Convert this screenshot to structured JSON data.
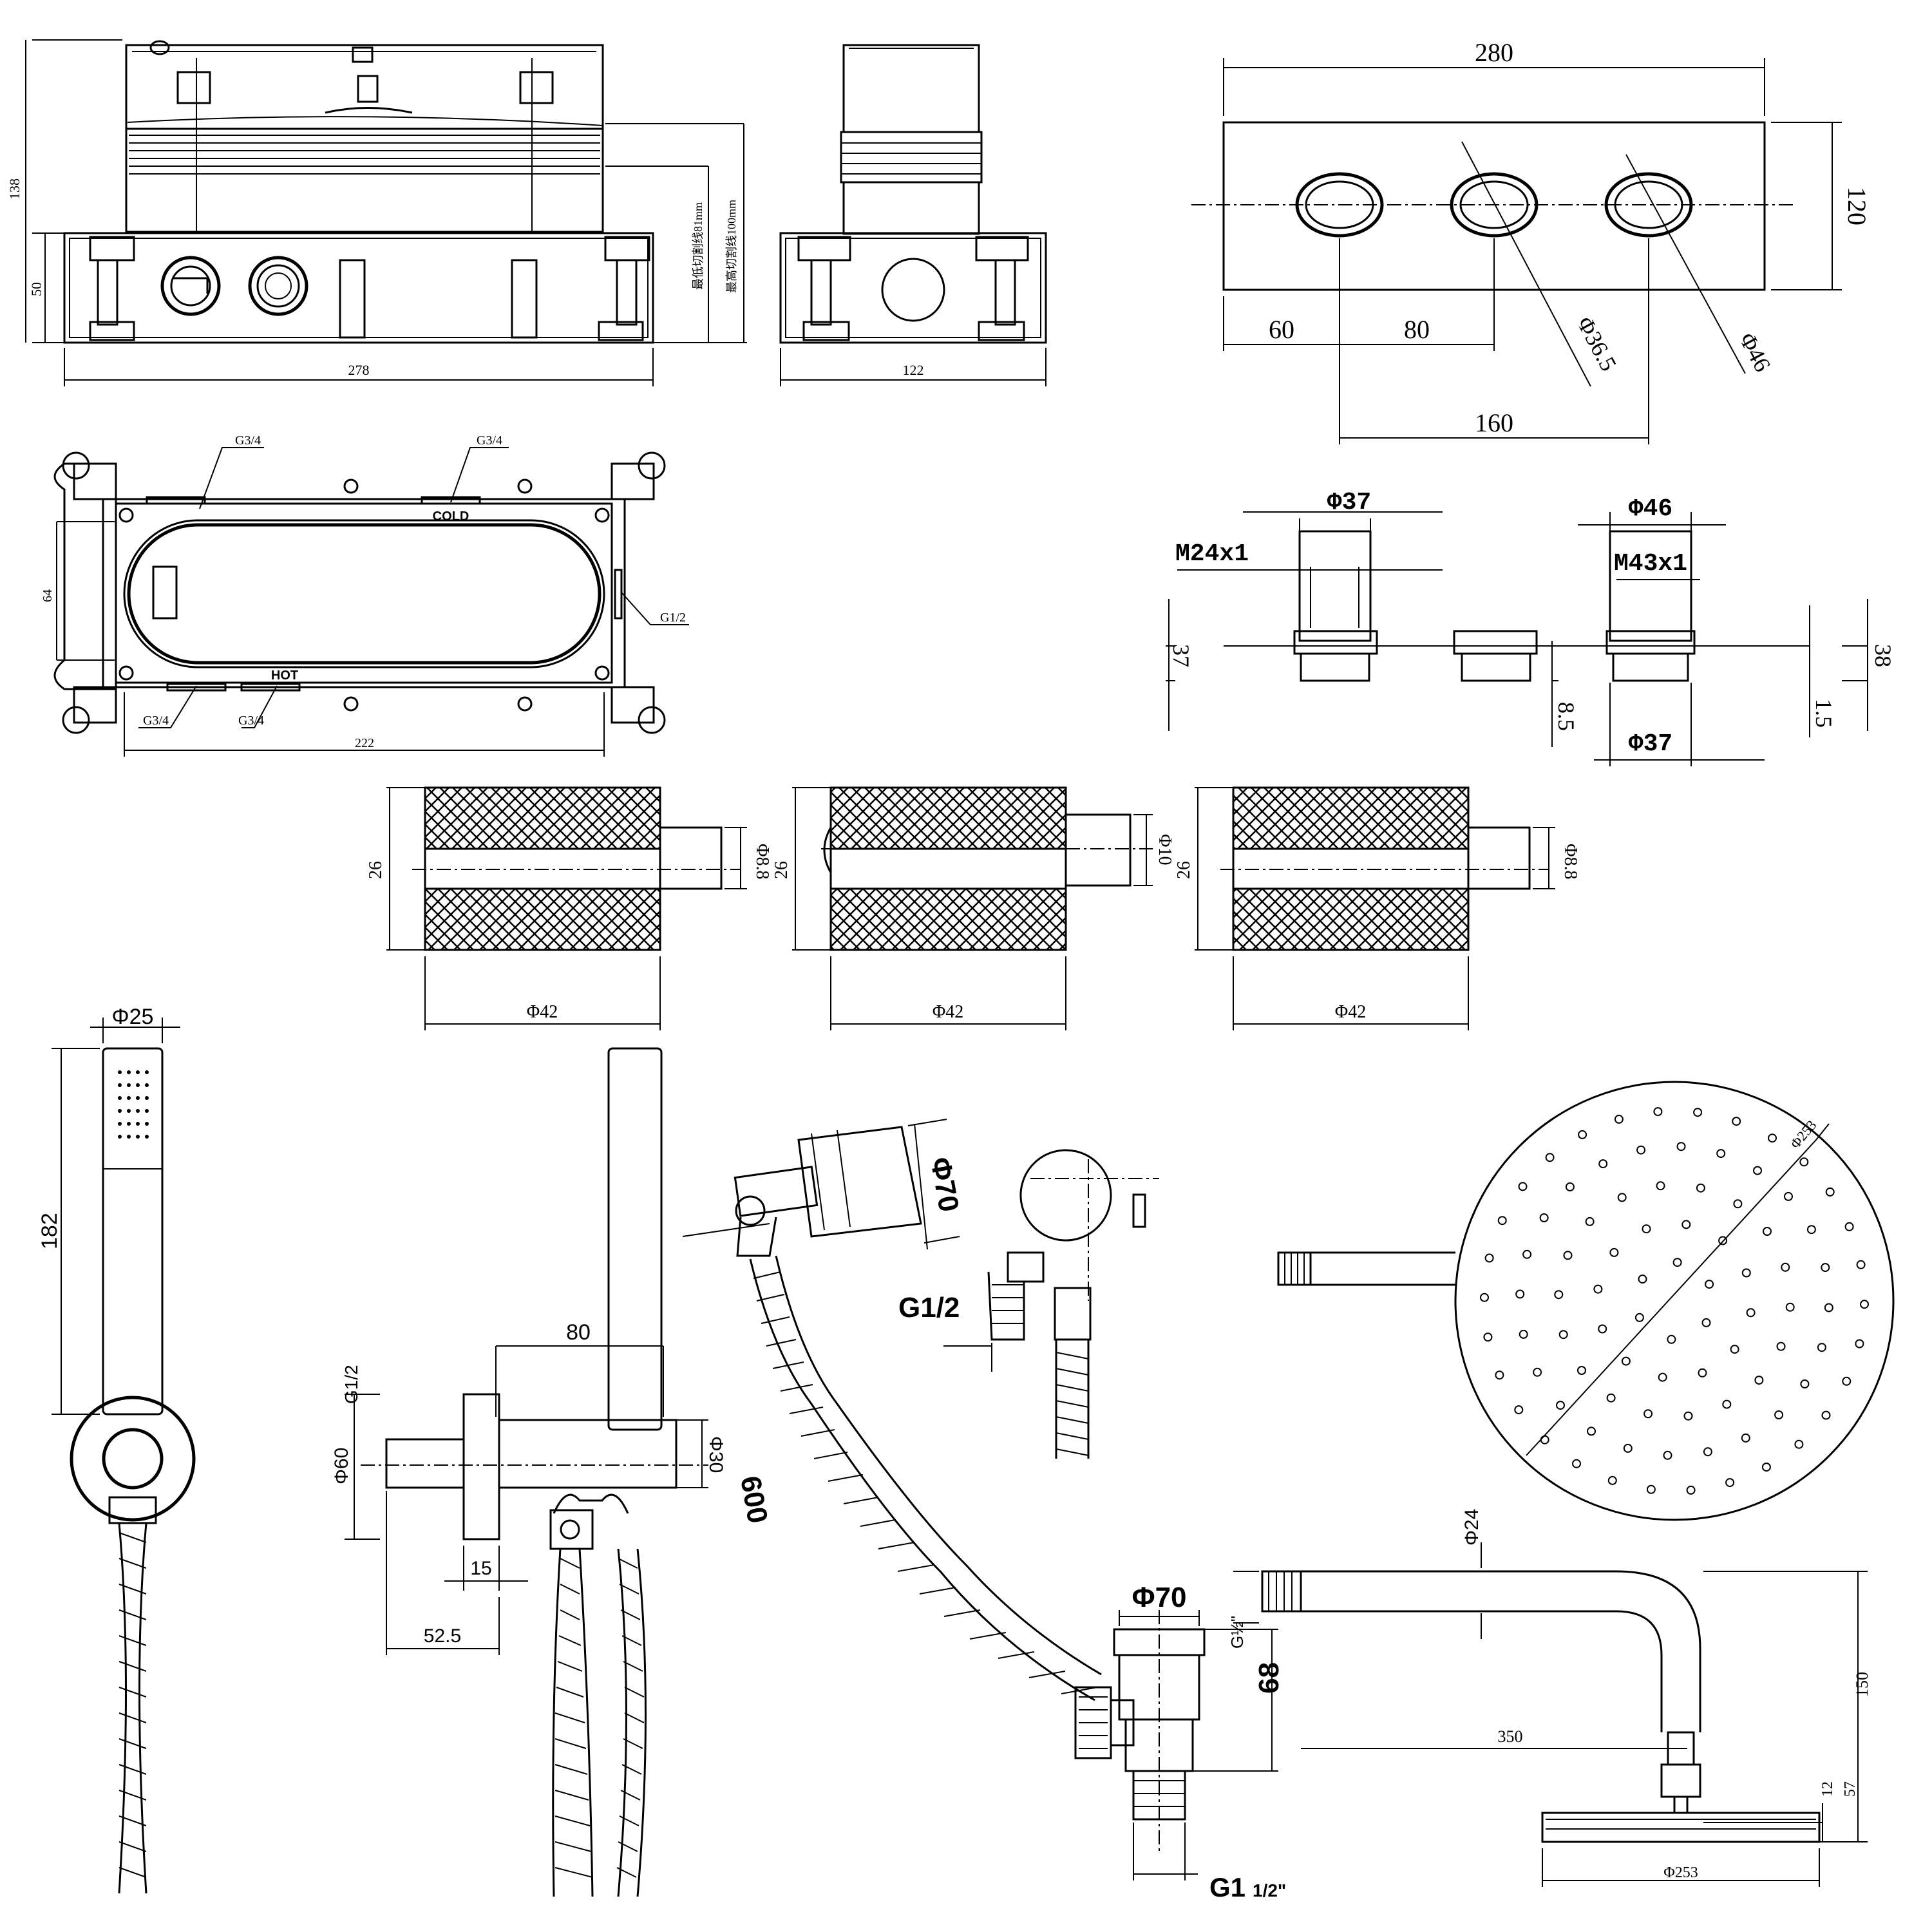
{
  "colors": {
    "ink": "#000000",
    "paper": "#ffffff"
  },
  "valve_box": {
    "height_total": "138",
    "height_base": "50",
    "width": "278",
    "cut_min": "最低切割线81mm",
    "cut_max": "最高切割线100mm",
    "side_width": "122"
  },
  "faceplate": {
    "width": "280",
    "height": "120",
    "offset": "60",
    "spacing": "80",
    "span": "160",
    "hole_small": "Φ36.5",
    "hole_large": "Φ46"
  },
  "mounting_frame": {
    "port_top_left": "G3/4",
    "port_top_right": "G3/4",
    "cold_label": "COLD",
    "hot_label": "HOT",
    "port_side": "G1/2",
    "port_bottom_left": "G3/4",
    "port_bottom_right": "G3/4",
    "height": "64",
    "width": "222"
  },
  "escutcheons": {
    "d37_top": "Φ37",
    "thread_small": "M24x1",
    "d46": "Φ46",
    "thread_large": "M43x1",
    "h37": "37",
    "h38": "38",
    "h8_5": "8.5",
    "h1_5": "1.5",
    "d37_bottom": "Φ37"
  },
  "knobs": [
    {
      "height": "26",
      "stem": "Φ8.8",
      "diameter": "Φ42"
    },
    {
      "height": "26",
      "stem": "Φ10",
      "diameter": "Φ42"
    },
    {
      "height": "26",
      "stem": "Φ8.8",
      "diameter": "Φ42"
    }
  ],
  "hand_shower": {
    "diameter": "Φ25",
    "length": "182"
  },
  "wall_outlet": {
    "thread": "G1/2",
    "reach": "80",
    "flange": "Φ60",
    "body": "Φ30",
    "depth_15": "15",
    "depth_52_5": "52.5"
  },
  "bath_filler": {
    "cap": "Φ70",
    "thread": "G1/2",
    "hose_length": "600",
    "waste_cap": "Φ70",
    "height": "68",
    "waste_thread_main": "G1",
    "waste_thread_frac": "1/2\""
  },
  "shower_head": {
    "diameter": "Φ253"
  },
  "shower_arm": {
    "diameter": "Φ24",
    "thread": "G½\"",
    "reach": "350",
    "drop": "150",
    "h12": "12",
    "h57": "57",
    "head_diameter": "Φ253"
  }
}
